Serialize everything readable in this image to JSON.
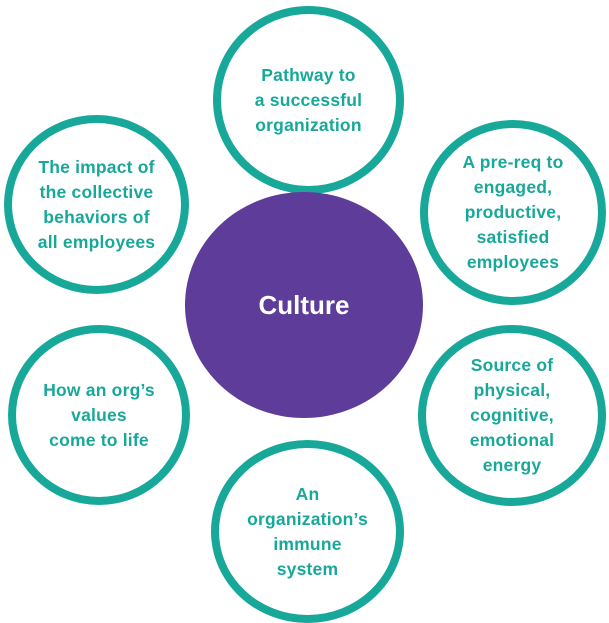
{
  "center": {
    "label": "Culture",
    "color": "#5E3C99"
  },
  "accent_color": "#18A89A",
  "nodes": {
    "top": {
      "text": "Pathway to\na successful\norganization"
    },
    "upper_left": {
      "text": "The impact of\nthe collective\nbehaviors of\nall employees"
    },
    "upper_right": {
      "text": "A pre-req to\nengaged,\nproductive,\nsatisfied\nemployees"
    },
    "lower_left": {
      "text": "How an org’s\nvalues\ncome to life"
    },
    "lower_right": {
      "text": "Source of\nphysical,\ncognitive,\nemotional\nenergy"
    },
    "bottom": {
      "text": "An\norganization’s\nimmune\nsystem"
    }
  }
}
